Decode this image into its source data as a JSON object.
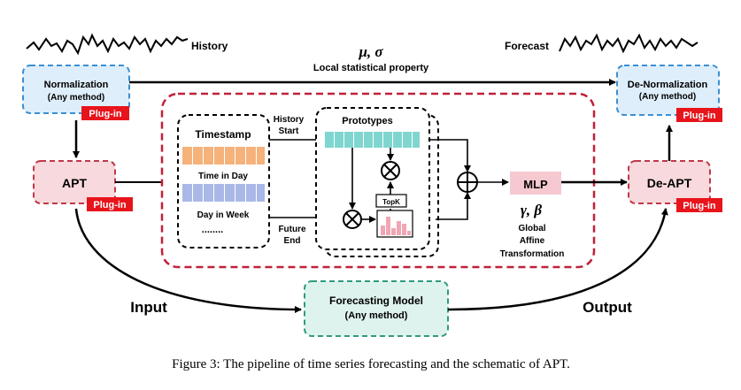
{
  "labels": {
    "history": "History",
    "forecast": "Forecast",
    "mu_sigma": "μ, σ",
    "local_stat": "Local statistical property",
    "normalization": "Normalization",
    "normalization_sub": "(Any method)",
    "denormalization": "De-Normalization",
    "denormalization_sub": "(Any method)",
    "plugin": "Plug-in",
    "apt": "APT",
    "de_apt": "De-APT",
    "timestamp": "Timestamp",
    "time_in_day": "Time in Day",
    "day_in_week": "Day in Week",
    "ellipsis": "........",
    "history_start_1": "History",
    "history_start_2": "Start",
    "future_end_1": "Future",
    "future_end_2": "End",
    "prototypes": "Prototypes",
    "topk": "TopK",
    "mlp": "MLP",
    "gamma_beta": "γ, β",
    "global": "Global",
    "affine": "Affine",
    "transformation": "Transformation",
    "input": "Input",
    "output": "Output",
    "forecasting_model": "Forecasting Model",
    "forecasting_model_sub": "(Any method)"
  },
  "caption": "Figure 3: The pipeline of time series forecasting and the schematic of APT.",
  "colors": {
    "norm_fill": "#deeefa",
    "norm_stroke": "#3a8fd6",
    "apt_fill": "#f8d9dd",
    "apt_stroke": "#c0384a",
    "plugin_bg": "#e8141b",
    "red_dash": "#c0213a",
    "orange_bar": "#f5b27a",
    "blue_bar": "#a9b8e6",
    "teal_bar": "#7fd6d0",
    "pink_bar": "#f0a6b4",
    "mlp_fill": "#f6c9d0",
    "model_fill": "#dff3ee",
    "model_stroke": "#2f9a80"
  }
}
